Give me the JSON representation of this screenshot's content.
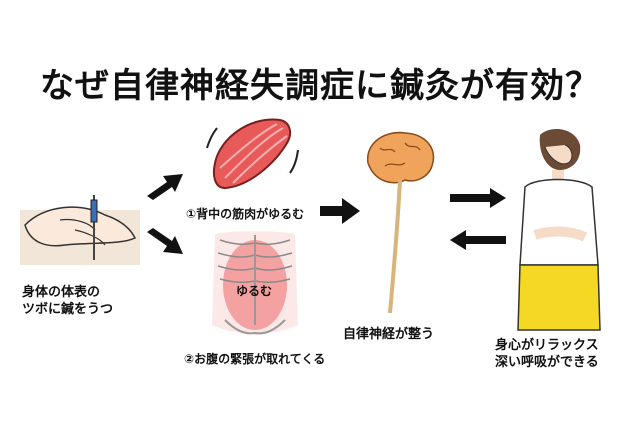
{
  "title": "なぜ自律神経失調症に鍼灸が有効？",
  "labels": {
    "acupoint_line1": "身体の体表の",
    "acupoint_line2": "ツボに鍼をうつ",
    "back_muscle": "①背中の筋肉がゆるむ",
    "belly_relax": "ゆるむ",
    "abdomen_tension": "②お腹の緊張が取れてくる",
    "nerves_balanced": "自律神経が整う",
    "relax_line1": "身心がリラックス",
    "relax_line2": "深い呼吸ができる"
  },
  "colors": {
    "muscle": "#e85a5a",
    "brain": "#f0a35a",
    "skin": "#f6dcc8",
    "shirt_yellow": "#f5d823",
    "arrow": "#111111"
  }
}
